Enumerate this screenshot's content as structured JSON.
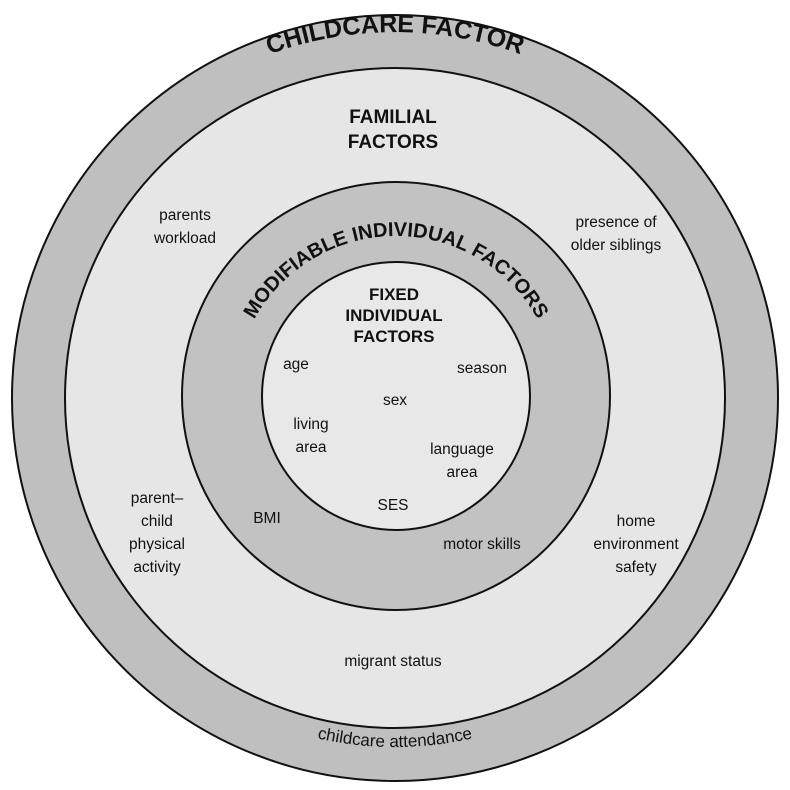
{
  "outer_ring": {
    "title": "CHILDCARE FACTOR",
    "item": "childcare attendance"
  },
  "familial_ring": {
    "title_line1": "FAMILIAL",
    "title_line2": "FACTORS",
    "items": {
      "parents_workload": [
        "parents",
        "workload"
      ],
      "older_siblings": [
        "presence of",
        "older siblings"
      ],
      "parent_child_activity": [
        "parent–",
        "child",
        "physical",
        "activity"
      ],
      "home_safety": [
        "home",
        "environment",
        "safety"
      ],
      "migrant_status": "migrant status"
    }
  },
  "modifiable_ring": {
    "title": "MODIFIABLE INDIVIDUAL FACTORS",
    "items": {
      "bmi": "BMI",
      "motor_skills": "motor skills"
    }
  },
  "fixed_core": {
    "title_line1": "FIXED",
    "title_line2": "INDIVIDUAL",
    "title_line3": "FACTORS",
    "items": {
      "age": "age",
      "season": "season",
      "sex": "sex",
      "living_area": [
        "living",
        "area"
      ],
      "language_area": [
        "language",
        "area"
      ],
      "ses": "SES"
    }
  },
  "colors": {
    "outer": "#bfbfbf",
    "familial": "#e6e6e6",
    "modifiable": "#c2c2c2",
    "fixed": "#e8e8e8",
    "stroke": "#111111"
  }
}
